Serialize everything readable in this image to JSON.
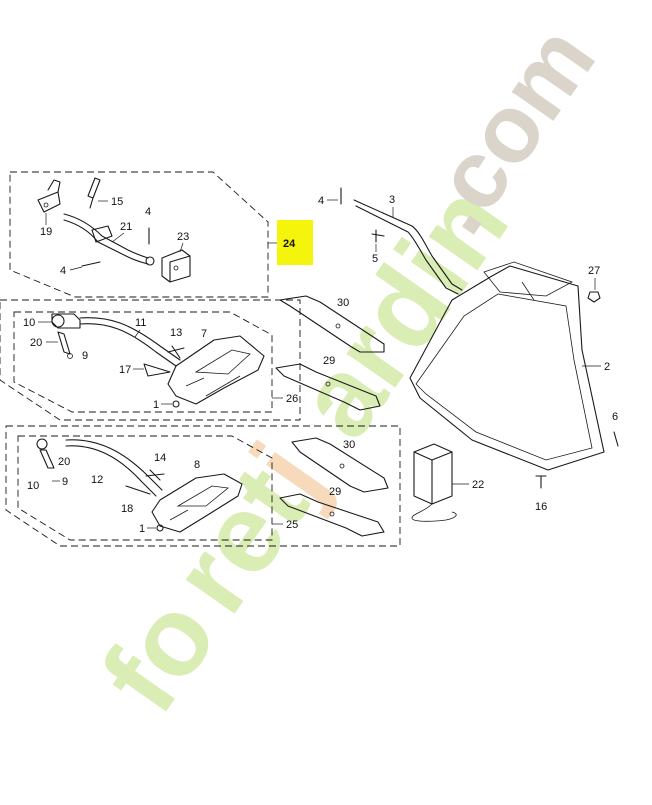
{
  "diagram": {
    "callouts": {
      "c2": "2",
      "c3": "3",
      "c4a": "4",
      "c4b": "4",
      "c5": "5",
      "c6": "6",
      "c7": "7",
      "c8": "8",
      "c9a": "9",
      "c9b": "9",
      "c10a": "10",
      "c10b": "10",
      "c11": "11",
      "c12": "12",
      "c13": "13",
      "c14": "14",
      "c15": "15",
      "c16": "16",
      "c17": "17",
      "c18": "18",
      "c19": "19",
      "c20a": "20",
      "c20b": "20",
      "c21": "21",
      "c22": "22",
      "c23": "23",
      "c25": "25",
      "c26": "26",
      "c27": "27",
      "c29a": "29",
      "c29b": "29",
      "c30a": "30",
      "c30b": "30",
      "c1a": "1",
      "c1b": "1"
    },
    "highlight": {
      "label": "24",
      "color": "#f4f40c"
    },
    "watermark": {
      "brand_dark": "fo",
      "brand_green_1": "ret",
      "brand_orange": "j",
      "brand_green_2": "ardin",
      "brand_tail": ".com",
      "colors": {
        "green": "#d8ecb0",
        "orange": "#f7d9b8",
        "gray": "#d9d2c8"
      }
    }
  }
}
